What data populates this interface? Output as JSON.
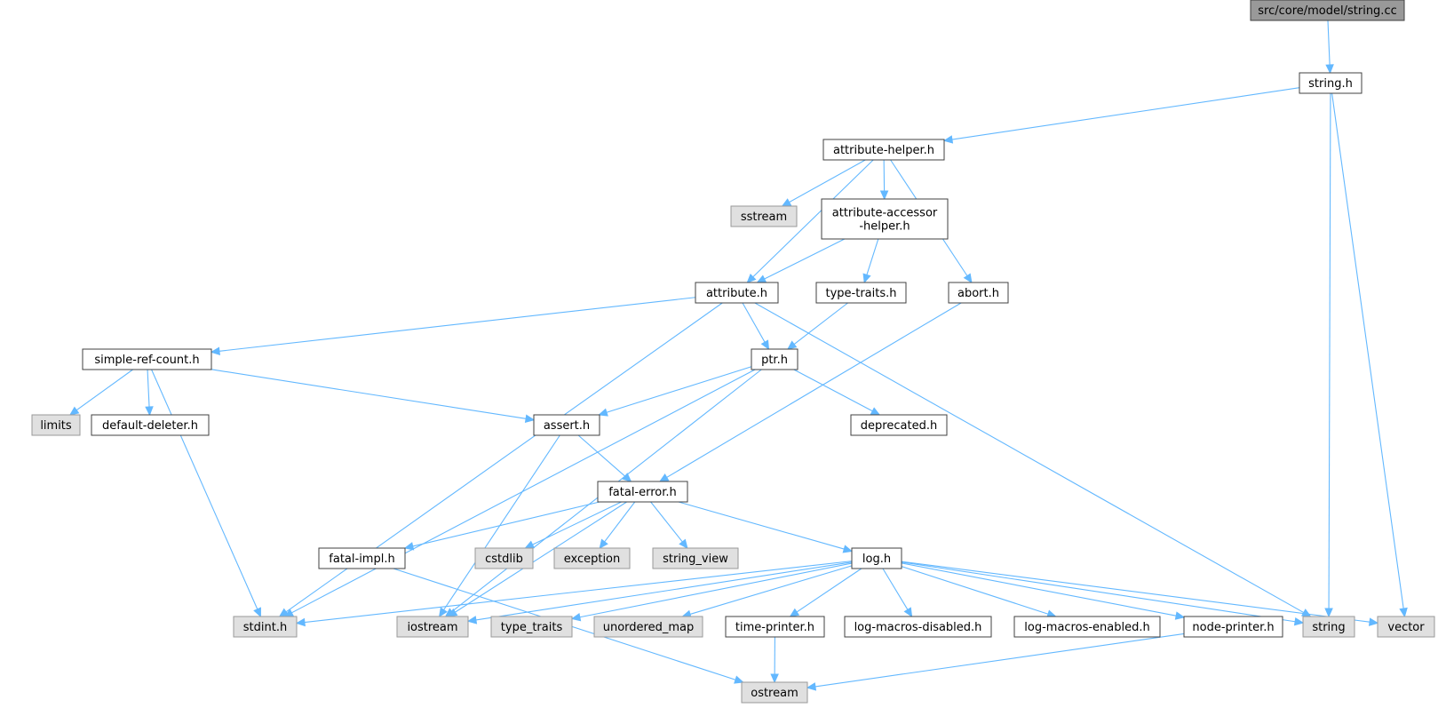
{
  "graph": {
    "nodes": [
      {
        "id": "string_cc",
        "label": "src/core/model/string.cc",
        "kind": "root"
      },
      {
        "id": "string_h",
        "label": "string.h",
        "kind": "local"
      },
      {
        "id": "attribute_helper_h",
        "label": "attribute-helper.h",
        "kind": "local"
      },
      {
        "id": "attribute_h",
        "label": "attribute.h",
        "kind": "local"
      },
      {
        "id": "sstream",
        "label": "sstream",
        "kind": "system"
      },
      {
        "id": "attribute_accessor_helper_h",
        "label": "attribute-accessor\n-helper.h",
        "kind": "local"
      },
      {
        "id": "type_traits_h",
        "label": "type-traits.h",
        "kind": "local"
      },
      {
        "id": "abort_h",
        "label": "abort.h",
        "kind": "local"
      },
      {
        "id": "simple_ref_count_h",
        "label": "simple-ref-count.h",
        "kind": "local"
      },
      {
        "id": "ptr_h",
        "label": "ptr.h",
        "kind": "local"
      },
      {
        "id": "limits",
        "label": "limits",
        "kind": "system"
      },
      {
        "id": "default_deleter_h",
        "label": "default-deleter.h",
        "kind": "local"
      },
      {
        "id": "assert_h",
        "label": "assert.h",
        "kind": "local"
      },
      {
        "id": "deprecated_h",
        "label": "deprecated.h",
        "kind": "local"
      },
      {
        "id": "fatal_error_h",
        "label": "fatal-error.h",
        "kind": "local"
      },
      {
        "id": "fatal_impl_h",
        "label": "fatal-impl.h",
        "kind": "local"
      },
      {
        "id": "cstdlib",
        "label": "cstdlib",
        "kind": "system"
      },
      {
        "id": "exception",
        "label": "exception",
        "kind": "system"
      },
      {
        "id": "string_view",
        "label": "string_view",
        "kind": "system"
      },
      {
        "id": "log_h",
        "label": "log.h",
        "kind": "local"
      },
      {
        "id": "stdint_h",
        "label": "stdint.h",
        "kind": "system"
      },
      {
        "id": "iostream",
        "label": "iostream",
        "kind": "system"
      },
      {
        "id": "type_traits",
        "label": "type_traits",
        "kind": "system"
      },
      {
        "id": "unordered_map",
        "label": "unordered_map",
        "kind": "system"
      },
      {
        "id": "time_printer_h",
        "label": "time-printer.h",
        "kind": "local"
      },
      {
        "id": "log_macros_disabled_h",
        "label": "log-macros-disabled.h",
        "kind": "local"
      },
      {
        "id": "log_macros_enabled_h",
        "label": "log-macros-enabled.h",
        "kind": "local"
      },
      {
        "id": "node_printer_h",
        "label": "node-printer.h",
        "kind": "local"
      },
      {
        "id": "string",
        "label": "string",
        "kind": "system"
      },
      {
        "id": "vector",
        "label": "vector",
        "kind": "system"
      },
      {
        "id": "ostream",
        "label": "ostream",
        "kind": "system"
      }
    ],
    "edges": [
      {
        "from": "string_cc",
        "to": "string_h"
      },
      {
        "from": "string_h",
        "to": "attribute_helper_h"
      },
      {
        "from": "string_h",
        "to": "string"
      },
      {
        "from": "string_h",
        "to": "vector"
      },
      {
        "from": "attribute_helper_h",
        "to": "attribute_h"
      },
      {
        "from": "attribute_helper_h",
        "to": "sstream"
      },
      {
        "from": "attribute_helper_h",
        "to": "attribute_accessor_helper_h"
      },
      {
        "from": "attribute_helper_h",
        "to": "abort_h"
      },
      {
        "from": "attribute_accessor_helper_h",
        "to": "attribute_h"
      },
      {
        "from": "attribute_accessor_helper_h",
        "to": "type_traits_h"
      },
      {
        "from": "attribute_h",
        "to": "simple_ref_count_h"
      },
      {
        "from": "attribute_h",
        "to": "ptr_h"
      },
      {
        "from": "attribute_h",
        "to": "stdint_h"
      },
      {
        "from": "attribute_h",
        "to": "string"
      },
      {
        "from": "type_traits_h",
        "to": "ptr_h"
      },
      {
        "from": "abort_h",
        "to": "fatal_error_h"
      },
      {
        "from": "simple_ref_count_h",
        "to": "limits"
      },
      {
        "from": "simple_ref_count_h",
        "to": "default_deleter_h"
      },
      {
        "from": "simple_ref_count_h",
        "to": "assert_h"
      },
      {
        "from": "simple_ref_count_h",
        "to": "stdint_h"
      },
      {
        "from": "ptr_h",
        "to": "assert_h"
      },
      {
        "from": "ptr_h",
        "to": "deprecated_h"
      },
      {
        "from": "ptr_h",
        "to": "stdint_h"
      },
      {
        "from": "ptr_h",
        "to": "iostream"
      },
      {
        "from": "assert_h",
        "to": "fatal_error_h"
      },
      {
        "from": "assert_h",
        "to": "iostream"
      },
      {
        "from": "fatal_error_h",
        "to": "fatal_impl_h"
      },
      {
        "from": "fatal_error_h",
        "to": "cstdlib"
      },
      {
        "from": "fatal_error_h",
        "to": "exception"
      },
      {
        "from": "fatal_error_h",
        "to": "string_view"
      },
      {
        "from": "fatal_error_h",
        "to": "log_h"
      },
      {
        "from": "fatal_error_h",
        "to": "iostream"
      },
      {
        "from": "fatal_impl_h",
        "to": "ostream"
      },
      {
        "from": "log_h",
        "to": "stdint_h"
      },
      {
        "from": "log_h",
        "to": "iostream"
      },
      {
        "from": "log_h",
        "to": "type_traits"
      },
      {
        "from": "log_h",
        "to": "unordered_map"
      },
      {
        "from": "log_h",
        "to": "time_printer_h"
      },
      {
        "from": "log_h",
        "to": "log_macros_disabled_h"
      },
      {
        "from": "log_h",
        "to": "log_macros_enabled_h"
      },
      {
        "from": "log_h",
        "to": "node_printer_h"
      },
      {
        "from": "log_h",
        "to": "string"
      },
      {
        "from": "log_h",
        "to": "vector"
      },
      {
        "from": "time_printer_h",
        "to": "ostream"
      },
      {
        "from": "node_printer_h",
        "to": "ostream"
      }
    ]
  }
}
